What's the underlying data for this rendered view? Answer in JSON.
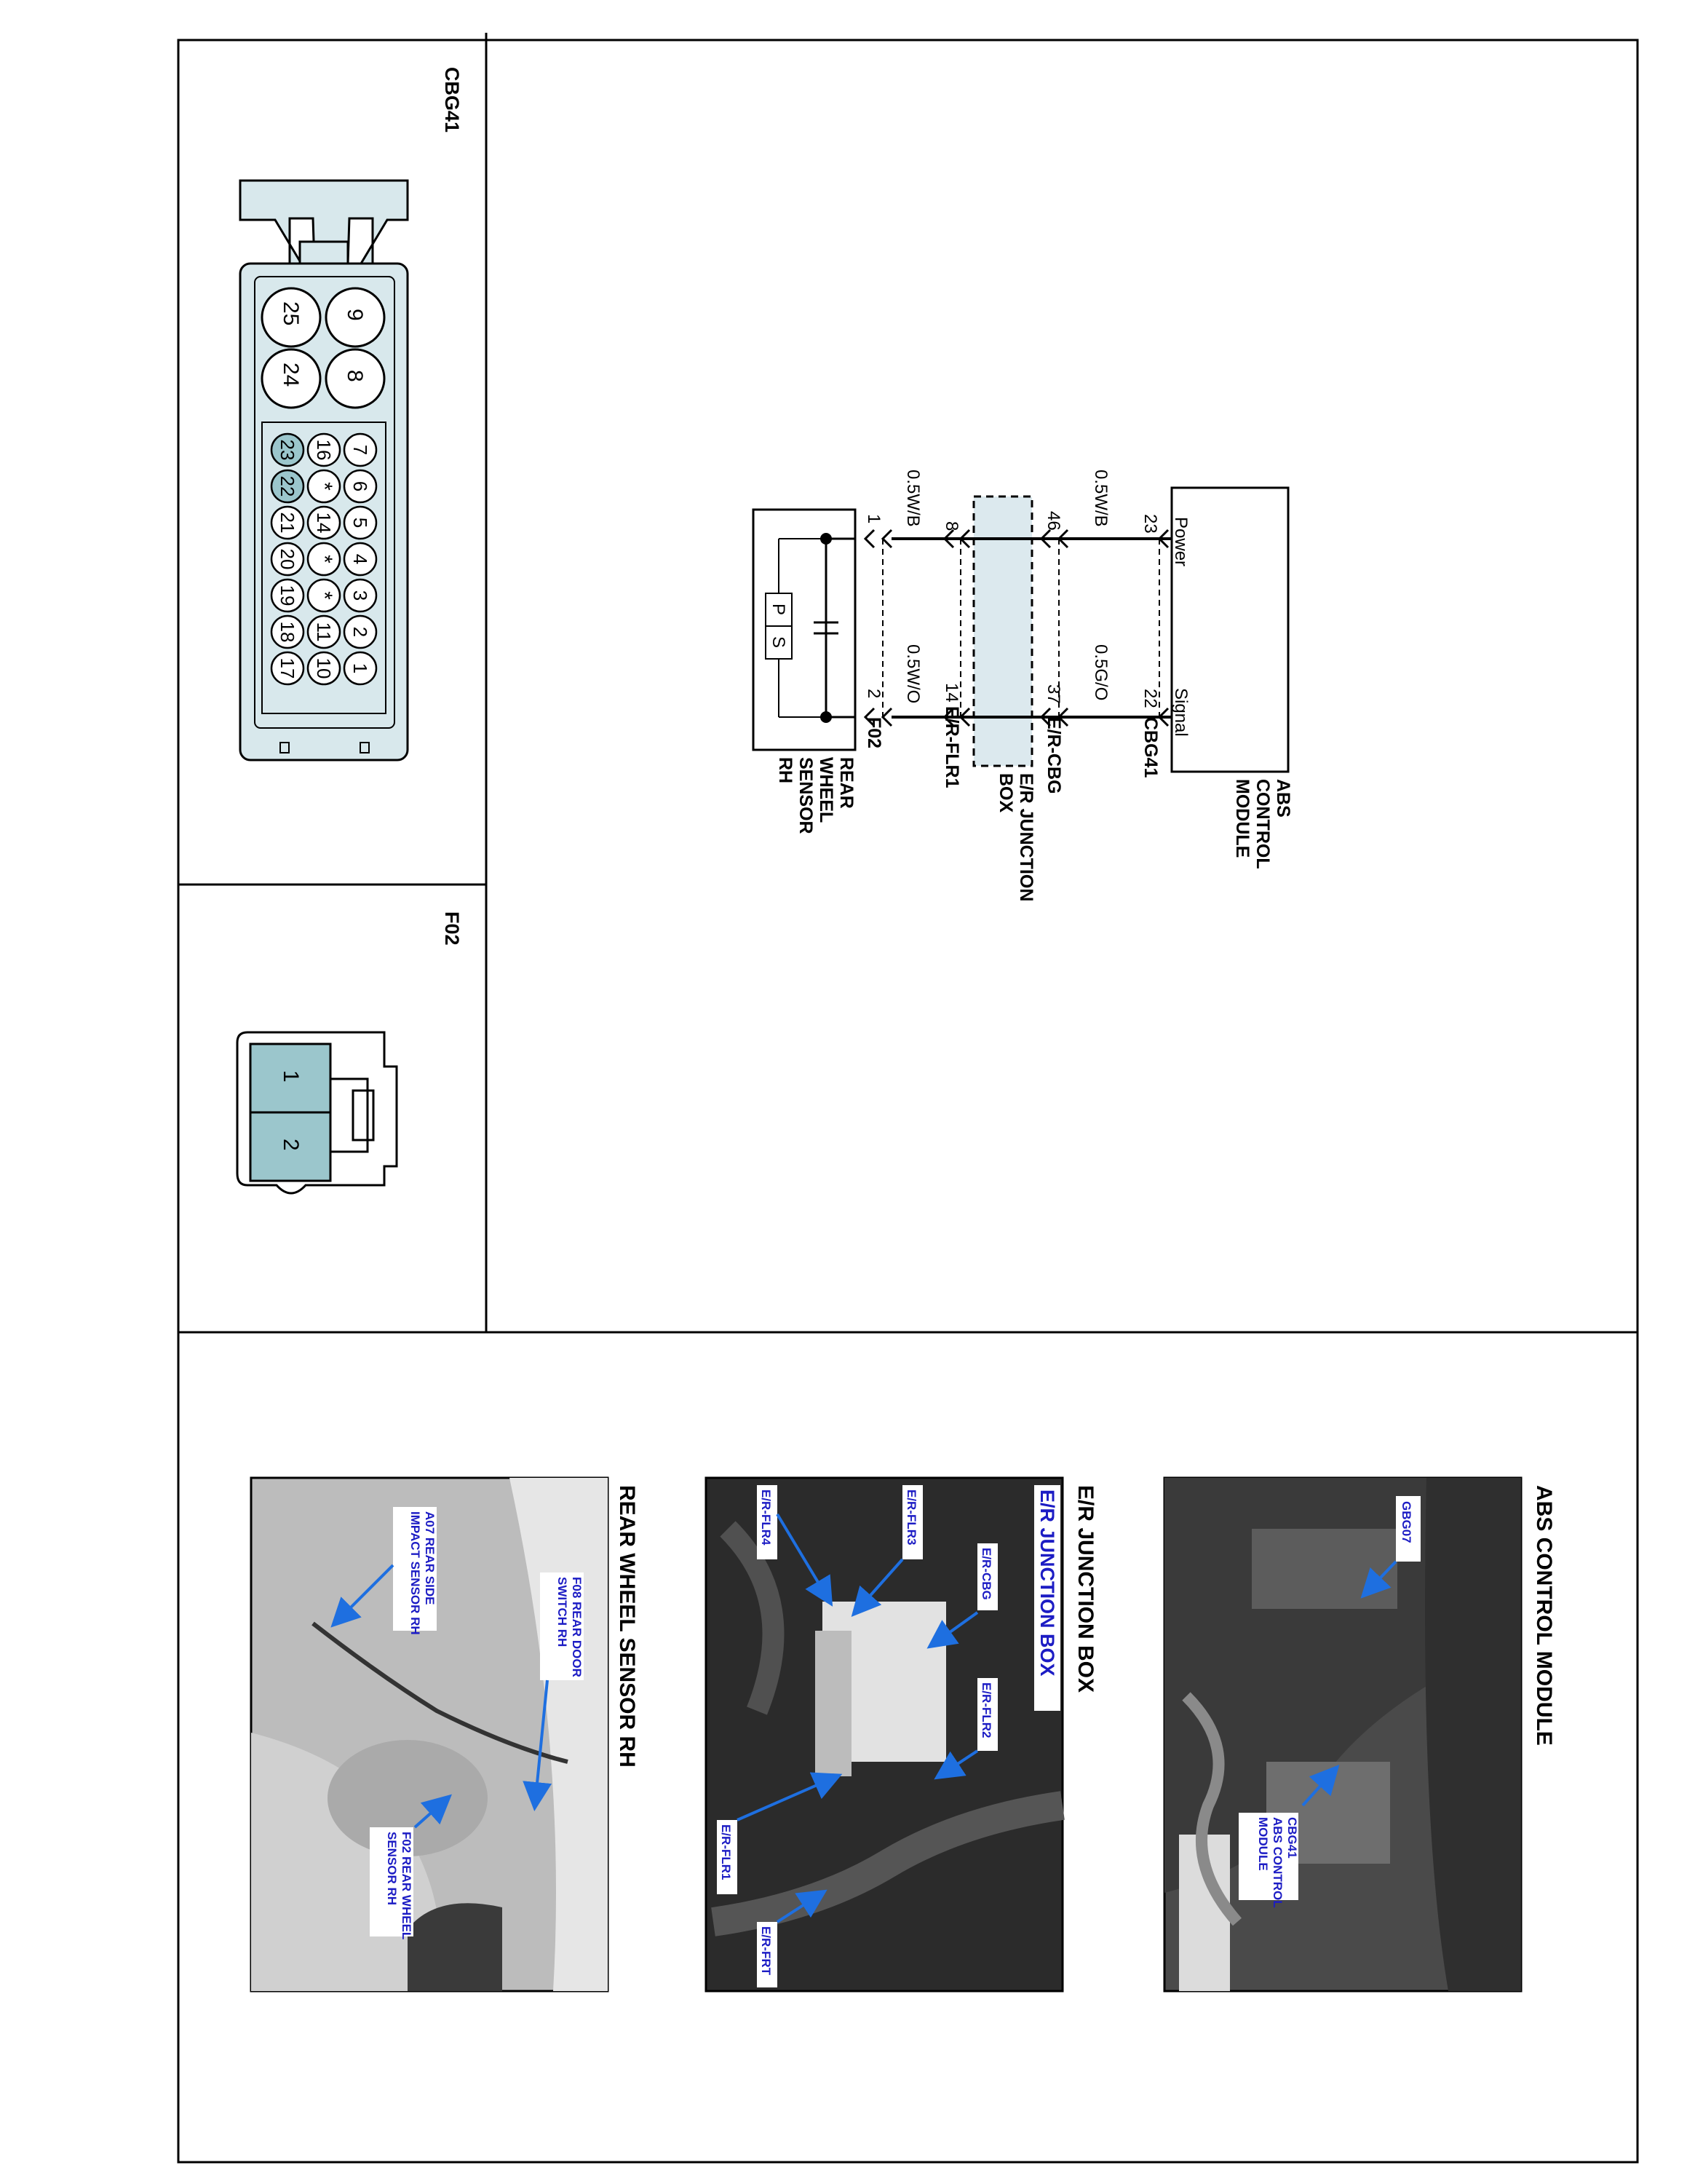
{
  "connectors": {
    "cbg41": {
      "name": "CBG41",
      "pins_big": [
        "9",
        "25",
        "8",
        "24"
      ],
      "pins_row_top": [
        "7",
        "6",
        "5",
        "4",
        "3",
        "2",
        "1"
      ],
      "pins_row_mid": [
        "16",
        "*",
        "14",
        "*",
        "*",
        "11",
        "10"
      ],
      "pins_row_bot": [
        "23",
        "22",
        "21",
        "20",
        "19",
        "18",
        "17"
      ],
      "highlighted_pins": [
        "23",
        "22"
      ]
    },
    "f02": {
      "name": "F02",
      "pins": [
        "1",
        "2"
      ]
    }
  },
  "schematic": {
    "abs_module": {
      "label_lines": [
        "ABS",
        "CONTROL",
        "MODULE"
      ],
      "pin_power": "Power",
      "pin_signal": "Signal",
      "connector": "CBG41"
    },
    "junction": {
      "label_lines": [
        "E/R JUNCTION",
        "BOX"
      ],
      "connector_top": "E/R-CBG",
      "connector_bottom": "E/R-FLR1"
    },
    "sensor": {
      "label_lines": [
        "REAR",
        "WHEEL",
        "SENSOR",
        "RH"
      ],
      "connector": "F02",
      "p_label": "P",
      "s_label": "S"
    },
    "wires": {
      "power": {
        "abs_pin": "23",
        "wire_upper": "0.5W/B",
        "jb_pin_upper": "46",
        "jb_pin_lower": "8",
        "wire_lower": "0.5W/B",
        "sensor_pin": "1"
      },
      "signal": {
        "abs_pin": "22",
        "wire_upper": "0.5G/O",
        "jb_pin_upper": "37",
        "jb_pin_lower": "14",
        "wire_lower": "0.5W/O",
        "sensor_pin": "2"
      }
    }
  },
  "photos": [
    {
      "title": "ABS CONTROL MODULE",
      "callouts": [
        {
          "lines": [
            "GBG07"
          ]
        },
        {
          "lines": [
            "CBG41",
            "ABS CONTROL",
            "MODULE"
          ]
        }
      ]
    },
    {
      "title": "E/R JUNCTION BOX",
      "callouts": [
        {
          "lines": [
            "E/R JUNCTION BOX"
          ]
        },
        {
          "lines": [
            "E/R-CBG"
          ]
        },
        {
          "lines": [
            "E/R-FLR2"
          ]
        },
        {
          "lines": [
            "E/R-FLR3"
          ]
        },
        {
          "lines": [
            "E/R-FLR4"
          ]
        },
        {
          "lines": [
            "E/R-FLR1"
          ]
        },
        {
          "lines": [
            "E/R-FRT"
          ]
        }
      ]
    },
    {
      "title": "REAR WHEEL SENSOR RH",
      "callouts": [
        {
          "lines": [
            "F08 REAR DOOR",
            "SWITCH RH"
          ]
        },
        {
          "lines": [
            "A07 REAR SIDE",
            "IMPACT SENSOR RH"
          ]
        },
        {
          "lines": [
            "F02 REAR WHEEL",
            "SENSOR RH"
          ]
        }
      ]
    }
  ],
  "colors": {
    "frame": "#000000",
    "connector_fill": "#d8e8ec",
    "pin_highlight": "#9bc6cc",
    "junction_fill": "#dce9ee",
    "photo_bg": "#4a4a4a",
    "callout_text": "#1c1cc4",
    "callout_arrow": "#1e6fe0"
  }
}
